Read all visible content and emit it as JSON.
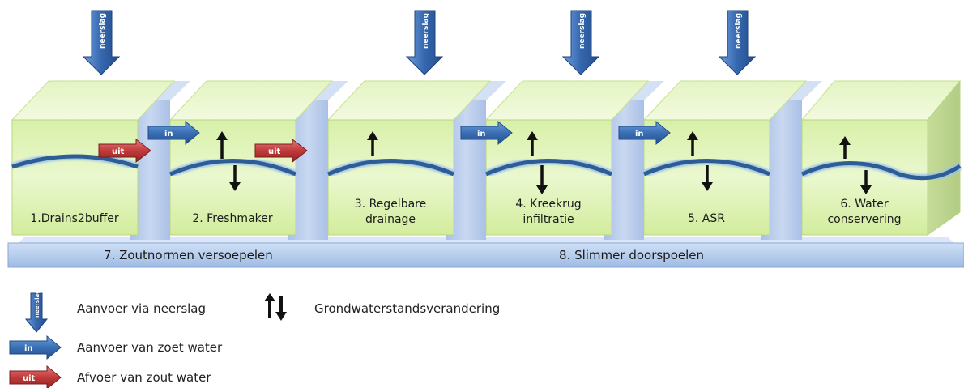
{
  "blocks": [
    {
      "line1": "1.Drains2buffer",
      "line2": ""
    },
    {
      "line1": "2. Freshmaker",
      "line2": ""
    },
    {
      "line1": "3. Regelbare",
      "line2": "drainage"
    },
    {
      "line1": "4. Kreekrug",
      "line2": "infiltratie"
    },
    {
      "line1": "5. ASR",
      "line2": ""
    },
    {
      "line1": "6. Water",
      "line2": "conservering"
    }
  ],
  "platform": {
    "left_label": "7. Zoutnormen versoepelen",
    "right_label": "8. Slimmer doorspoelen"
  },
  "arrow_labels": {
    "neerslag": "neerslag",
    "in": "in",
    "uit": "uit"
  },
  "legend": {
    "neerslag": "Aanvoer via neerslag",
    "grondwater": "Grondwaterstandsverandering",
    "in": "Aanvoer van zoet water",
    "uit": "Afvoer van zout water"
  },
  "colors": {
    "block_green": "#e6f5c4",
    "channel_blue": "#b5c9ea",
    "water_line": "#2e5d96",
    "in_arrow": "#3a6fb5",
    "uit_arrow": "#c23a3a",
    "neerslag_arrow": "#3567b0"
  }
}
